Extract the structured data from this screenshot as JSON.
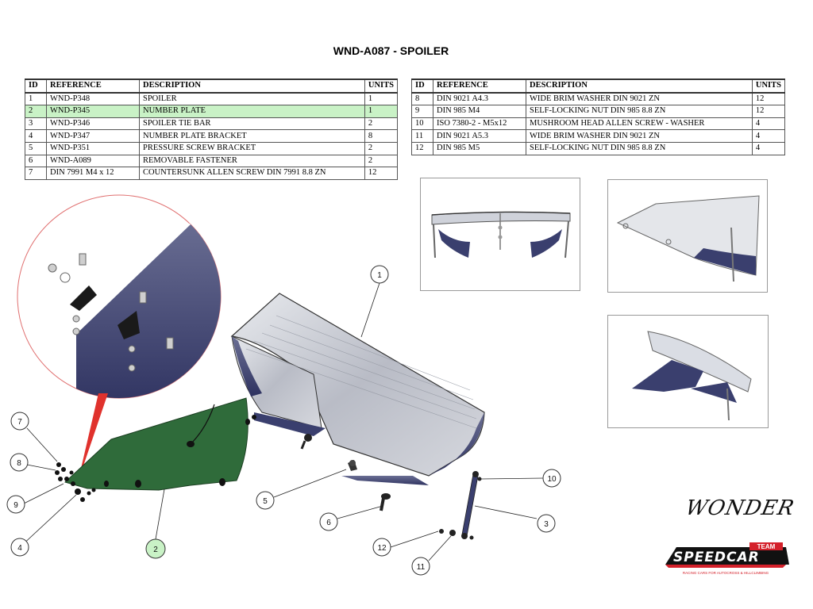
{
  "title": "WND-A087 - SPOILER",
  "table_headers": {
    "id": "ID",
    "reference": "REFERENCE",
    "description": "DESCRIPTION",
    "units": "UNITS"
  },
  "parts_left": [
    {
      "id": "1",
      "reference": "WND-P348",
      "description": "SPOILER",
      "units": "1"
    },
    {
      "id": "2",
      "reference": "WND-P345",
      "description": "NUMBER PLATE",
      "units": "1",
      "highlight": true
    },
    {
      "id": "3",
      "reference": "WND-P346",
      "description": "SPOILER TIE BAR",
      "units": "2"
    },
    {
      "id": "4",
      "reference": "WND-P347",
      "description": "NUMBER PLATE BRACKET",
      "units": "8"
    },
    {
      "id": "5",
      "reference": "WND-P351",
      "description": "PRESSURE SCREW BRACKET",
      "units": "2"
    },
    {
      "id": "6",
      "reference": "WND-A089",
      "description": "REMOVABLE FASTENER",
      "units": "2"
    },
    {
      "id": "7",
      "reference": "DIN 7991 M4 x 12",
      "description": "COUNTERSUNK ALLEN SCREW DIN 7991 8.8 ZN",
      "units": "12"
    }
  ],
  "parts_right": [
    {
      "id": "8",
      "reference": "DIN 9021 A4.3",
      "description": "WIDE BRIM WASHER DIN 9021 ZN",
      "units": "12"
    },
    {
      "id": "9",
      "reference": "DIN 985 M4",
      "description": "SELF-LOCKING NUT DIN 985 8.8 ZN",
      "units": "12"
    },
    {
      "id": "10",
      "reference": "ISO 7380-2 - M5x12",
      "description": "MUSHROOM HEAD ALLEN SCREW - WASHER",
      "units": "4"
    },
    {
      "id": "11",
      "reference": "DIN 9021 A5.3",
      "description": "WIDE BRIM WASHER DIN 9021 ZN",
      "units": "4"
    },
    {
      "id": "12",
      "reference": "DIN 985 M5",
      "description": "SELF-LOCKING NUT DIN 985 8.8 ZN",
      "units": "4"
    }
  ],
  "callouts": [
    "1",
    "2",
    "3",
    "4",
    "5",
    "6",
    "7",
    "8",
    "9",
    "10",
    "11",
    "12"
  ],
  "branding": {
    "model": "WONDER",
    "maker": "SPEEDCAR",
    "maker_badge": "TEAM",
    "tagline": "RACING CARS FOR AUTOCROSS & HILLCLIMBING"
  },
  "colors": {
    "highlight_row": "#c9f2c6",
    "number_plate": "#2f6b3a",
    "spoiler_steel": "#c9ccd4",
    "spoiler_shadow": "#3a3f6e",
    "zoom_circle": "#e0322d",
    "logo_red": "#d4202a"
  }
}
